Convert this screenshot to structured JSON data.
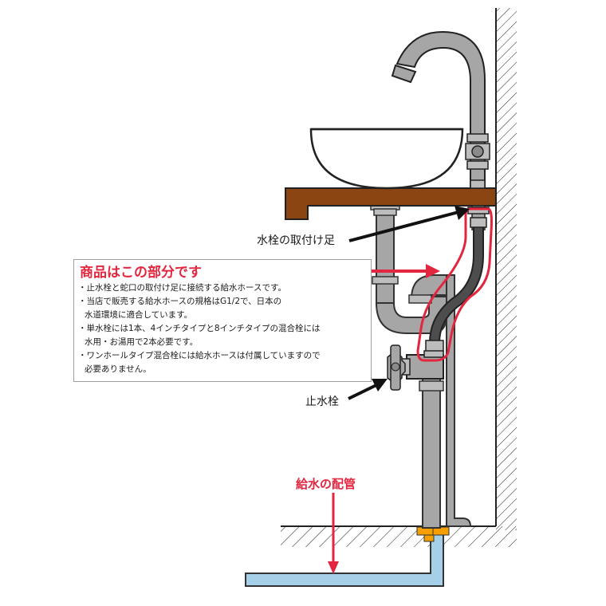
{
  "callout": {
    "title": "商品はこの部分です",
    "notes": [
      [
        "・止水栓と蛇口の取付け足に接続する給水ホースです。"
      ],
      [
        "・当店で販売する給水ホースの規格はG1/2で、日本の",
        "水道環境に適合しています。"
      ],
      [
        "・単水栓には1本、4インチタイプと8インチタイプの混合栓には",
        "水用・お湯用で2本必要です。"
      ],
      [
        "・ワンホールタイプ混合栓には給水ホースは付属していますので",
        "必要ありません。"
      ]
    ]
  },
  "labels": {
    "faucet_leg": "水栓の取付け足",
    "stop_valve": "止水栓",
    "supply_pipe": "給水の配管"
  },
  "colors": {
    "highlight": "#e3263f",
    "pipe": "#a6a6a6",
    "wood": "#8b4513",
    "hose": "#4d4d4d",
    "water_pipe": "#a6cfe8",
    "fitting": "#f5a000"
  }
}
